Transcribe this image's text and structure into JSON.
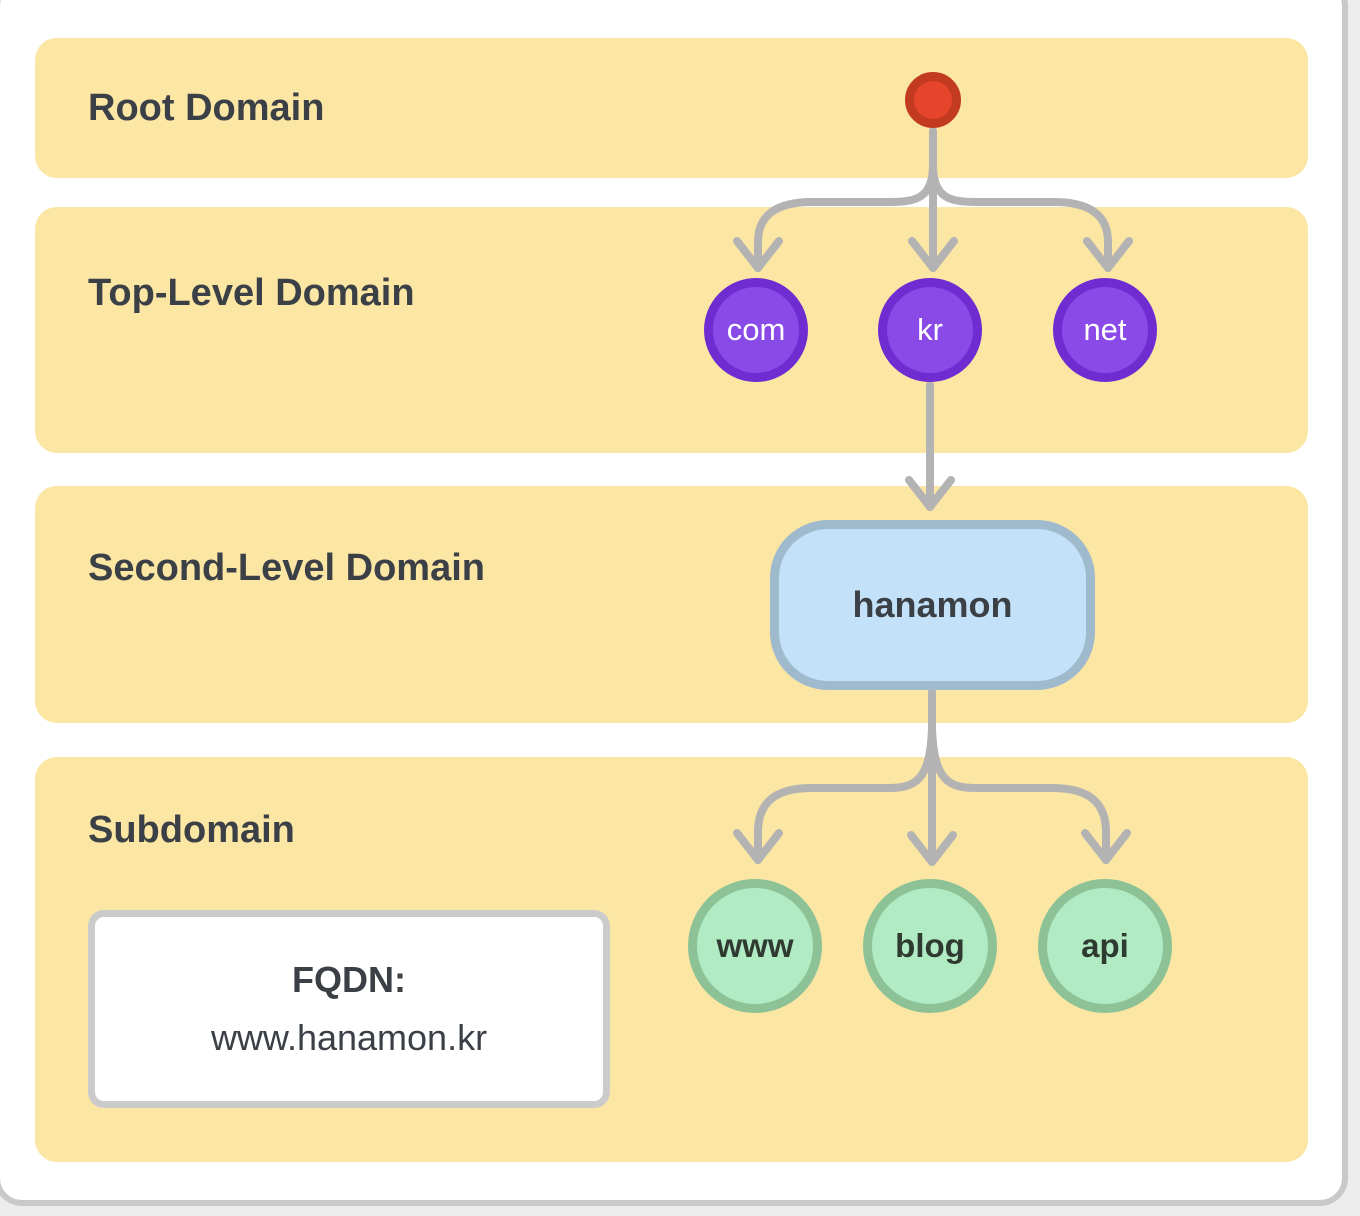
{
  "diagram": {
    "levels": [
      {
        "label": "Root Domain"
      },
      {
        "label": "Top-Level Domain"
      },
      {
        "label": "Second-Level Domain"
      },
      {
        "label": "Subdomain"
      }
    ],
    "root_node": {
      "icon": "root-dot-icon"
    },
    "tld_nodes": [
      "com",
      "kr",
      "net"
    ],
    "sld_node": "hanamon",
    "sub_nodes": [
      "www",
      "blog",
      "api"
    ],
    "fqdn": {
      "title": "FQDN:",
      "value": "www.hanamon.kr"
    }
  },
  "colors": {
    "page_bg": "#ececec",
    "card_bg": "#ffffff",
    "card_border": "#c9c9c9",
    "band_bg": "#fce6a4",
    "heading_text": "#3b4046",
    "arrow": "#b3b3b3",
    "root_fill": "#e5452a",
    "root_border": "#c23a20",
    "tld_fill": "#8a4ae8",
    "tld_border": "#6f2dd1",
    "tld_text": "#ffffff",
    "sld_fill": "#c3e1f8",
    "sld_border": "#a0bacd",
    "sub_fill": "#b0ebc4",
    "sub_border": "#8cc296",
    "sub_text": "#2f3a31",
    "fqdn_bg": "#ffffff",
    "fqdn_border": "#cbcbcb"
  }
}
